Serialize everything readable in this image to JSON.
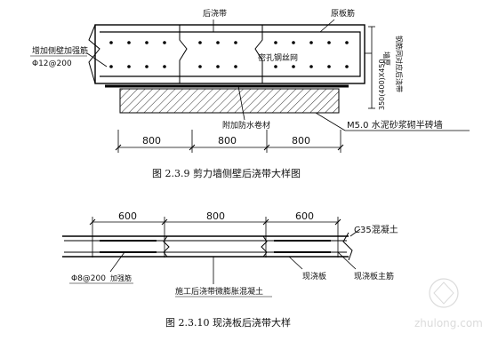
{
  "figure_1": {
    "caption": "图 2.3.9  剪力墙侧壁后浇带大样图",
    "labels": {
      "post_pour_band": "后浇带",
      "original_rebar": "原板筋",
      "added_side_rebar": "增加侧壁加强筋",
      "added_side_rebar_spec": "Φ12@200",
      "steel_mesh": "密孔钢丝网",
      "waterproof_membrane": "附加防水卷材",
      "brick_wall": "M5.0 水泥砂浆砌半砖墙",
      "wall_thickness": "墙厚",
      "section_dim": "350(400)X450",
      "vertical_note": "钢筋同对应后浇带"
    },
    "dimensions": [
      "800",
      "800",
      "800"
    ]
  },
  "figure_2": {
    "caption": "图 2.3.10  现浇板后浇带大样",
    "labels": {
      "added_rebar_spec": "Φ8@200",
      "added_rebar_text": "加强筋",
      "concrete_grade": "C35混凝土",
      "cast_slab": "现浇板",
      "slab_main_rebar": "现浇板主筋",
      "expansion_concrete": "施工后浇带微膨胀混凝土"
    },
    "dimensions": [
      "600",
      "800",
      "600"
    ]
  },
  "watermark": "zhulong.com"
}
